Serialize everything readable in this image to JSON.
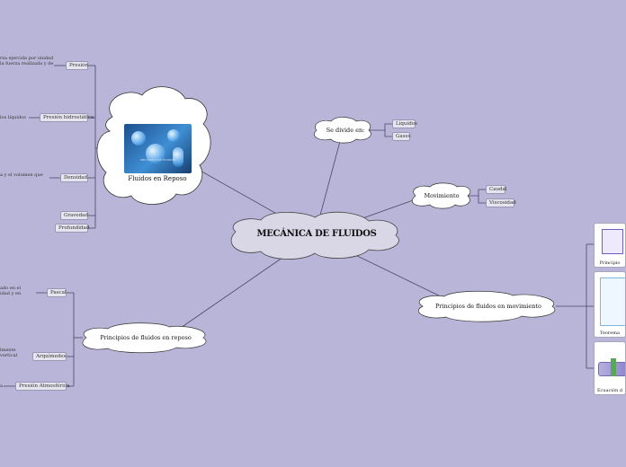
{
  "central": {
    "label": "MECÁNICA DE FLUIDOS"
  },
  "fluidos_reposo": {
    "label": "Fluidos en Reposo",
    "image_caption": "MECÁNICA DE FLUIDOS"
  },
  "se_divide": {
    "label": "Se divide en:",
    "items": [
      "Líquidos",
      "Gases"
    ]
  },
  "movimiento": {
    "label": "Movimiento",
    "items": [
      "Caudal",
      "Viscosidad"
    ]
  },
  "principios_movimiento": {
    "label": "Principios de fluidos en movimiento",
    "cards": [
      "Principio",
      "Teorema",
      "Ecuación d"
    ]
  },
  "principios_reposo": {
    "label": "Principios de fluidos en reposo",
    "items": [
      "Pascal",
      "Arquímedes",
      "Presión Atmosférica"
    ],
    "notes": [
      "ado en el",
      "idad y en",
      "lmente",
      "vertical",
      "a"
    ]
  },
  "reposo_items": {
    "items": [
      "Presión",
      "Presión hidrostática",
      "Densidad",
      "Gravedad",
      "Profundidad"
    ],
    "notes": [
      "rza ejercida por unidad",
      "la fuerza realizada y de",
      "los líquidos",
      "a y el volumen que"
    ]
  }
}
